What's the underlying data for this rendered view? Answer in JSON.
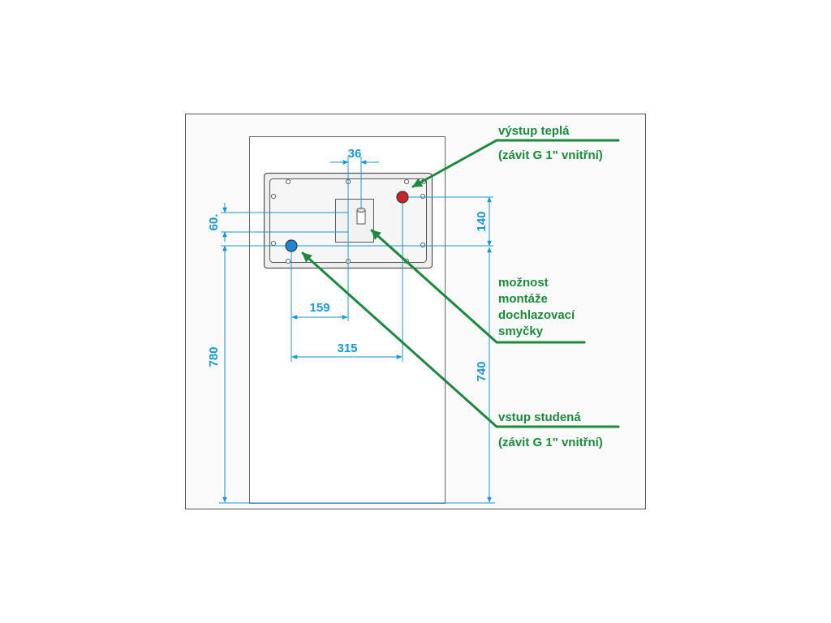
{
  "dimensions": {
    "d36": "36",
    "d60": "60.",
    "d140": "140",
    "d159": "159",
    "d315": "315",
    "d740": "740",
    "d780": "780"
  },
  "labels": {
    "outlet_title": "výstup teplá",
    "outlet_thread": "(závit G 1\" vnitřní)",
    "loop_line1": "možnost",
    "loop_line2": "montáže",
    "loop_line3": "dochlazovací",
    "loop_line4": "smyčky",
    "inlet_title": "vstup studená",
    "inlet_thread": "(závit G 1\" vnitřní)"
  },
  "colors": {
    "dimension": "#1a96d4",
    "label": "#1b8a3c",
    "hot_port": "#c8262b",
    "cold_port": "#1f86d6",
    "outline": "#5a5a5a"
  }
}
